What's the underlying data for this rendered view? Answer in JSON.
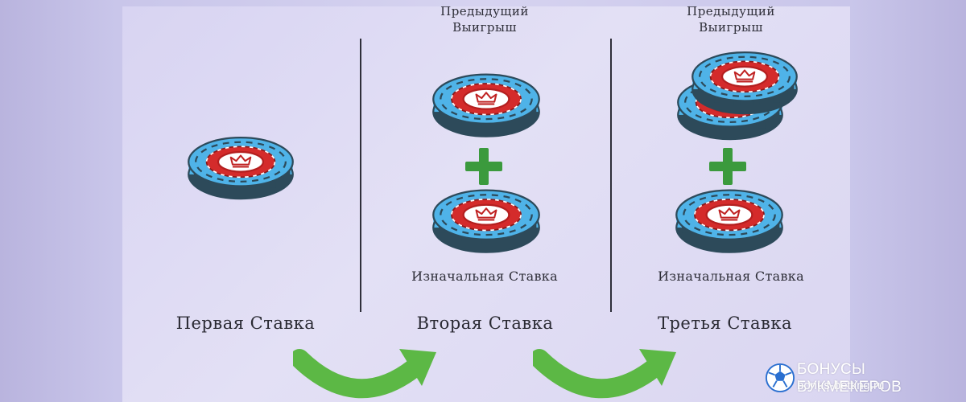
{
  "stages": [
    {
      "title": "Первая Ставка"
    },
    {
      "title": "Вторая Ставка",
      "previous_label_line1": "Предыдущий",
      "previous_label_line2": "Выигрыш",
      "initial_label": "Изначальная Ставка"
    },
    {
      "title": "Третья Ставка",
      "previous_label_line1": "Предыдущий",
      "previous_label_line2": "Выигрыш",
      "initial_label": "Изначальная Ставка"
    }
  ],
  "watermark": {
    "title": "БОНУСЫ БУКМЕКЕРОВ",
    "url": "bonus-betting.ru"
  },
  "colors": {
    "chip_blue": "#4fb3e8",
    "chip_dark": "#2d4a5a",
    "chip_red": "#d42b2b",
    "plus_green": "#3b9a3d",
    "arrow_green": "#5cb845"
  },
  "icons": [
    "poker-chip-icon",
    "plus-icon",
    "curved-arrow-icon",
    "soccer-ball-icon",
    "crown-icon"
  ]
}
